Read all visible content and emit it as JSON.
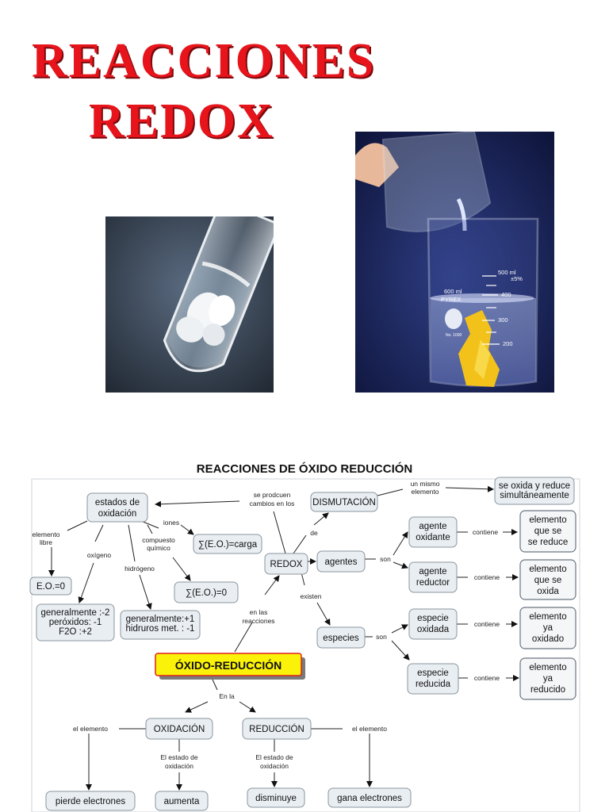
{
  "header": {
    "title_line1": "REACCIONES",
    "title_line2": "REDOX"
  },
  "photos": {
    "test_tube": "test-tube-white-precipitate",
    "beaker": "beaker-yellow-precipitate",
    "beaker_labels": [
      "500 ml",
      "±5%",
      "600 ml",
      "PYREX",
      "400",
      "300",
      "200",
      "No. 1000"
    ]
  },
  "concept_map": {
    "title": "REACCIONES DE ÓXIDO REDUCCIÓN",
    "nodes": {
      "estados": [
        "estados de",
        "oxidación"
      ],
      "sum_carga": "∑(E.O.)=carga",
      "eo_cero": "E.O.=0",
      "sum_cero": "∑(E.O.)=0",
      "oxigeno_vals": [
        "generalmente :-2",
        "peróxidos: -1",
        "F2O :+2"
      ],
      "hidrogeno_vals": [
        "generalmente:+1",
        "hidruros met. : -1"
      ],
      "redox": "REDOX",
      "dismutacion": "DISMUTACIÓN",
      "se_oxida": [
        "se oxida y reduce",
        "simultáneamente"
      ],
      "agentes": "agentes",
      "agente_oxidante": [
        "agente",
        "oxidante"
      ],
      "agente_reductor": [
        "agente",
        "reductor"
      ],
      "elem_se_reduce": [
        "elemento",
        "que se",
        "se reduce"
      ],
      "elem_se_oxida": [
        "elemento",
        "que se",
        "oxida"
      ],
      "especies": "especies",
      "especie_oxidada": [
        "especie",
        "oxidada"
      ],
      "especie_reducida": [
        "especie",
        "reducida"
      ],
      "elem_oxidado": [
        "elemento",
        "ya",
        "oxidado"
      ],
      "elem_reducido": [
        "elemento",
        "ya",
        "reducido"
      ],
      "oxido_reduccion": "ÓXIDO-REDUCCIÓN",
      "oxidacion": "OXIDACIÓN",
      "reduccion": "REDUCCIÓN",
      "pierde": "pierde electrones",
      "aumenta": "aumenta",
      "disminuye": "disminuye",
      "gana": "gana electrones"
    },
    "links": {
      "se_producen": [
        "se prodcuen",
        "cambios en los"
      ],
      "elemento_libre": [
        "elemento",
        "libre"
      ],
      "oxigeno": "oxígeno",
      "hidrogeno": "hidrógeno",
      "iones": "iones",
      "compuesto": [
        "compuesto",
        "químico"
      ],
      "un_mismo": [
        "un mismo",
        "elemento"
      ],
      "de": "de",
      "son1": "son",
      "son2": "son",
      "existen": "existen",
      "contiene1": "contiene",
      "contiene2": "contiene",
      "contiene3": "contiene",
      "contiene4": "contiene",
      "en_las": [
        "en las",
        "reacciones"
      ],
      "en_la": "En la",
      "el_elemento1": "el elemento",
      "el_elemento2": "el elemento",
      "estado1": [
        "El estado de",
        "oxidación"
      ],
      "estado2": [
        "El estado de",
        "oxidación"
      ]
    },
    "colors": {
      "highlight_fill": "#fbf20a",
      "highlight_border": "#e0201a",
      "title_red": "#e8141b"
    }
  }
}
